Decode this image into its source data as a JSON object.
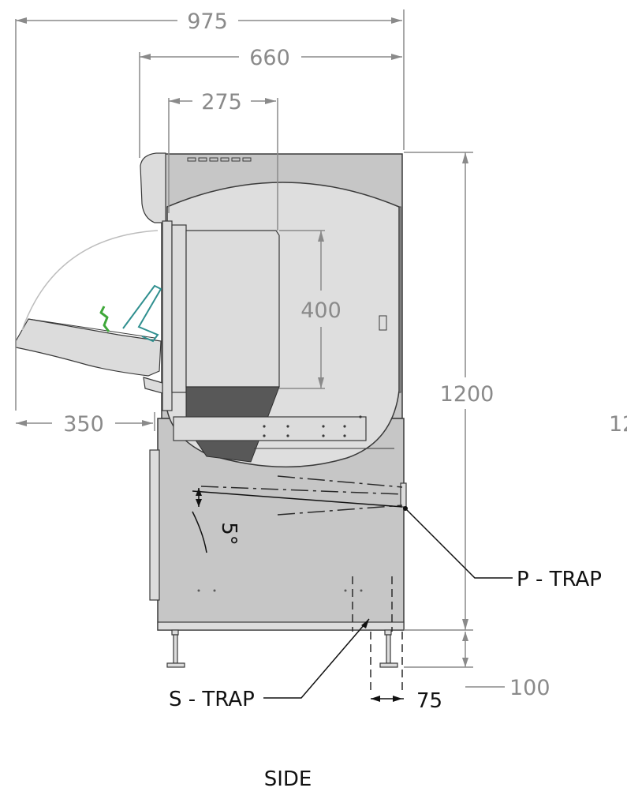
{
  "dimensions": {
    "overall_depth": "975",
    "cabinet_depth": "660",
    "inner_width": "275",
    "tank_height": "400",
    "cabinet_height": "1200",
    "door_open_depth": "350",
    "foot_height": "100",
    "drain_offset": "75",
    "cutoff_text": "12",
    "angle": "5°"
  },
  "labels": {
    "p_trap": "P - TRAP",
    "s_trap": "S - TRAP"
  },
  "view_title": "SIDE"
}
